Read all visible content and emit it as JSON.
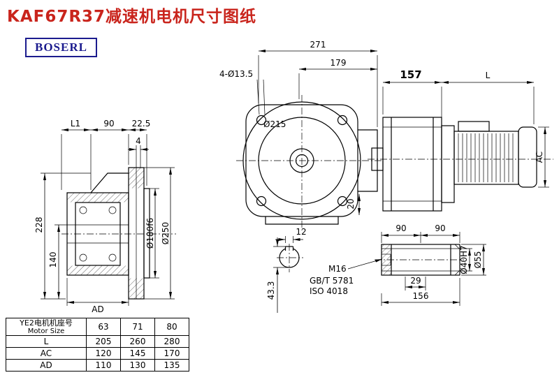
{
  "page": {
    "title": "KAF67R37减速机电机尺寸图纸",
    "logo": "BOSERL"
  },
  "colors": {
    "title": "#c9241c",
    "logo": "#1b1b8e",
    "line": "#000000"
  },
  "front_view": {
    "dim_271": "271",
    "dim_179": "179",
    "holes_label": "4-Ø13.5",
    "dim_215": "Ø215",
    "dim_20": "20"
  },
  "side_view": {
    "dim_157": "157",
    "dim_L": "L",
    "dim_AC": "AC"
  },
  "left_view": {
    "dim_L1": "L1",
    "dim_90": "90",
    "dim_22_5": "22.5",
    "dim_4": "4",
    "dim_228": "228",
    "dim_140": "140",
    "dim_AD": "AD",
    "dim_180": "Ø180f6",
    "dim_250": "Ø250"
  },
  "shaft_section": {
    "dim_12": "12",
    "dim_43_3": "43.3"
  },
  "shaft_detail": {
    "dim_90a": "90",
    "dim_90b": "90",
    "thread_label": "M16",
    "standard_1": "GB/T 5781",
    "standard_2": "ISO 4018",
    "dim_29": "29",
    "dim_156": "156",
    "dim_40": "Ø40H7",
    "dim_55": "Ø55"
  },
  "table": {
    "header_cn": "YE2电机机座号",
    "header_en": "Motor Size",
    "sizes": [
      "63",
      "71",
      "80"
    ],
    "rows": [
      {
        "label": "L",
        "values": [
          "205",
          "260",
          "280"
        ]
      },
      {
        "label": "AC",
        "values": [
          "120",
          "145",
          "170"
        ]
      },
      {
        "label": "AD",
        "values": [
          "110",
          "130",
          "135"
        ]
      }
    ]
  }
}
